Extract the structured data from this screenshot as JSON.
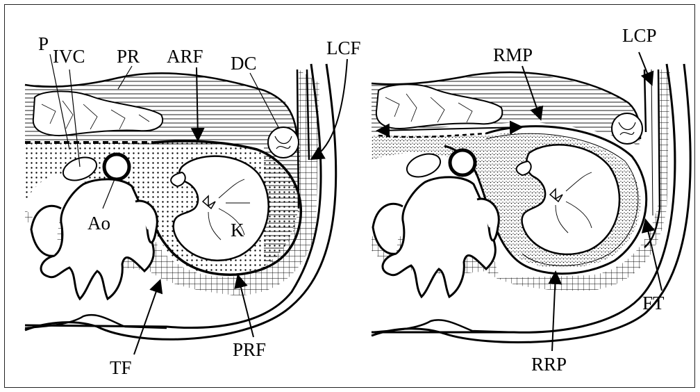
{
  "left_panel": {
    "labels": {
      "P": "P",
      "IVC": "IVC",
      "PR": "PR",
      "ARF": "ARF",
      "DC": "DC",
      "LCF": "LCF",
      "Ao": "Ao",
      "K": "K",
      "TF": "TF",
      "PRF": "PRF"
    }
  },
  "right_panel": {
    "labels": {
      "LCP": "LCP",
      "RMP": "RMP",
      "FT": "FT",
      "RRP": "RRP"
    }
  },
  "colors": {
    "ink": "#000000",
    "background": "#ffffff",
    "frame": "#222222"
  }
}
